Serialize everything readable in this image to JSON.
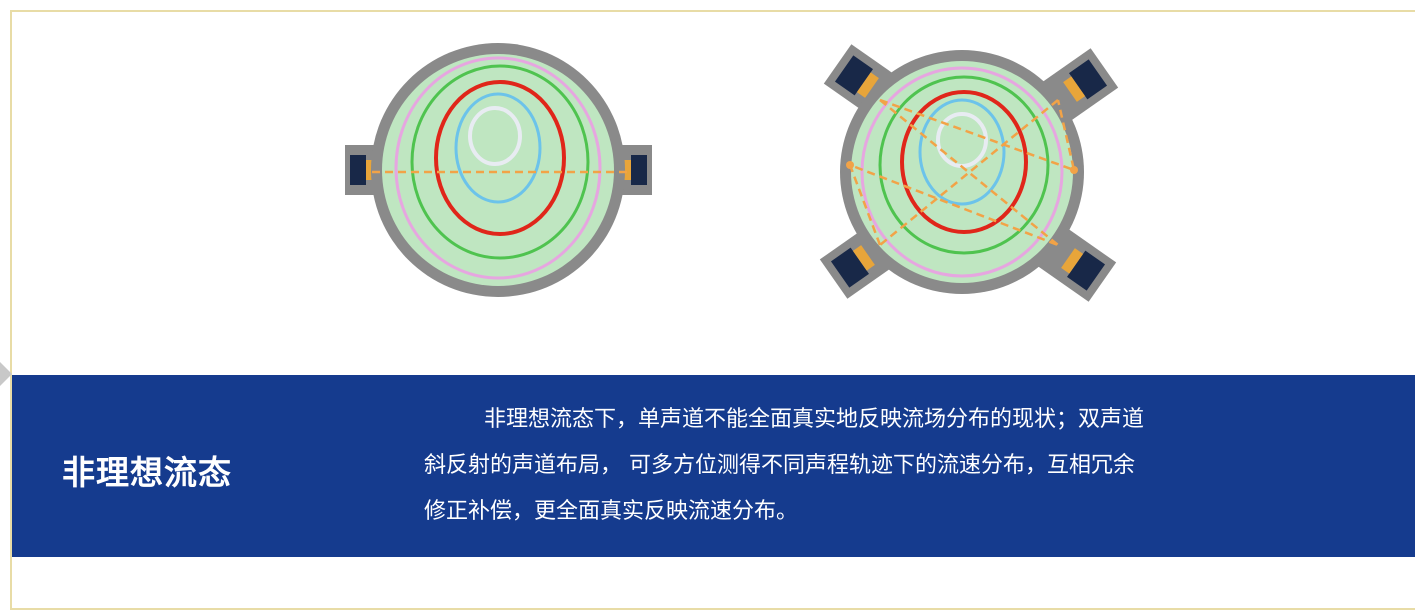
{
  "title": "非理想流态",
  "description": [
    "非理想流态下，单声道不能全面真实地反映流场分布的现状；双声道",
    "斜反射的声道布局，   可多方位测得不同声程轨迹下的流速分布，互相冗余",
    "修正补偿，更全面真实反映流速分布。"
  ],
  "colors": {
    "band": "#153b8e",
    "pipe_wall": "#8a8a8a",
    "pipe_fill": "#bfe6c1",
    "contour_outer": "#e6a6e0",
    "contour_green": "#4fc34f",
    "contour_red": "#e0261a",
    "contour_cyan": "#6cc3ea",
    "contour_core": "#e8ecf2",
    "acoustic_path": "#f2a347",
    "transducer": "#182848"
  }
}
